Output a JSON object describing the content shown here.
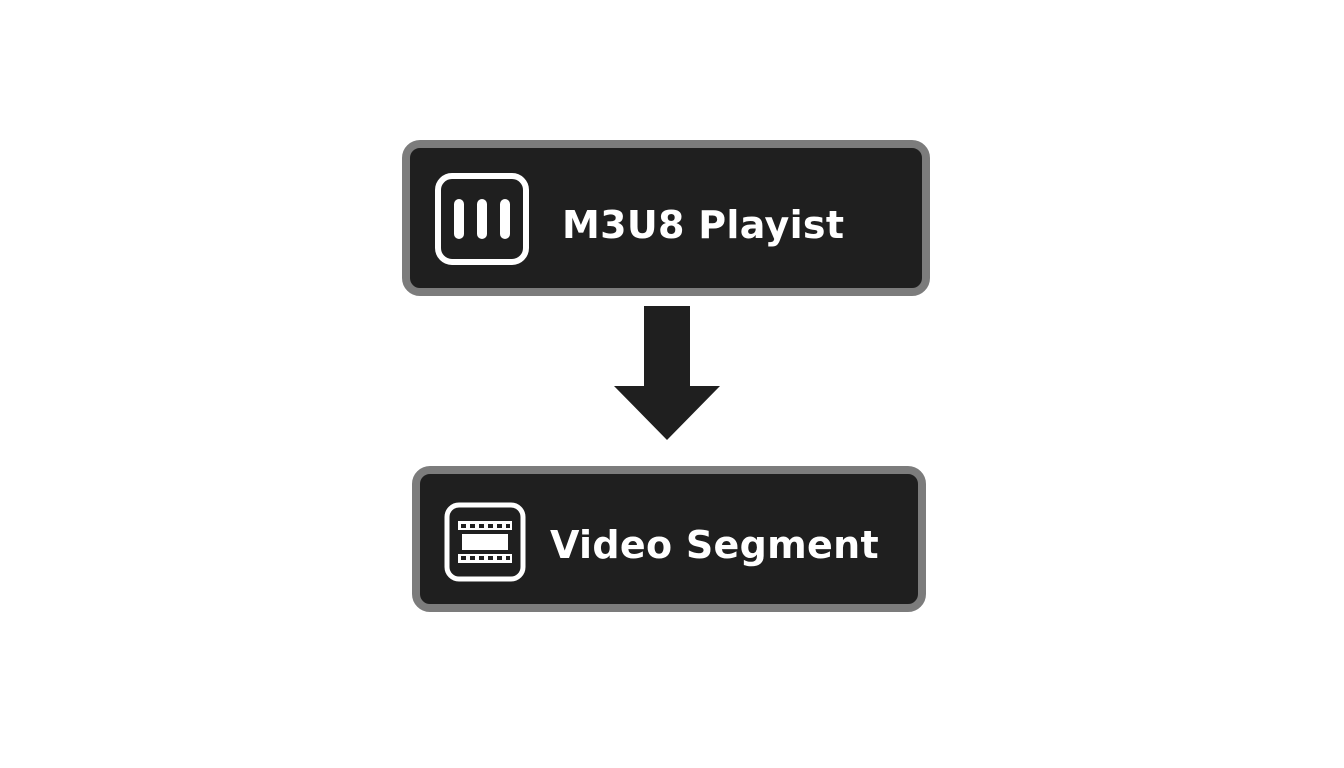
{
  "diagram": {
    "colors": {
      "node_fill": "#1f1f1f",
      "node_border": "#7c7c7c",
      "text": "#ffffff",
      "arrow": "#1f1f1f",
      "background": "#ffffff"
    },
    "nodes": [
      {
        "label": "M3U8 Playist",
        "icon": "playlist-bars-icon"
      },
      {
        "label": "Video Segment",
        "icon": "film-strip-icon"
      }
    ],
    "edges": [
      {
        "from": "M3U8 Playist",
        "to": "Video Segment",
        "direction": "down"
      }
    ]
  }
}
